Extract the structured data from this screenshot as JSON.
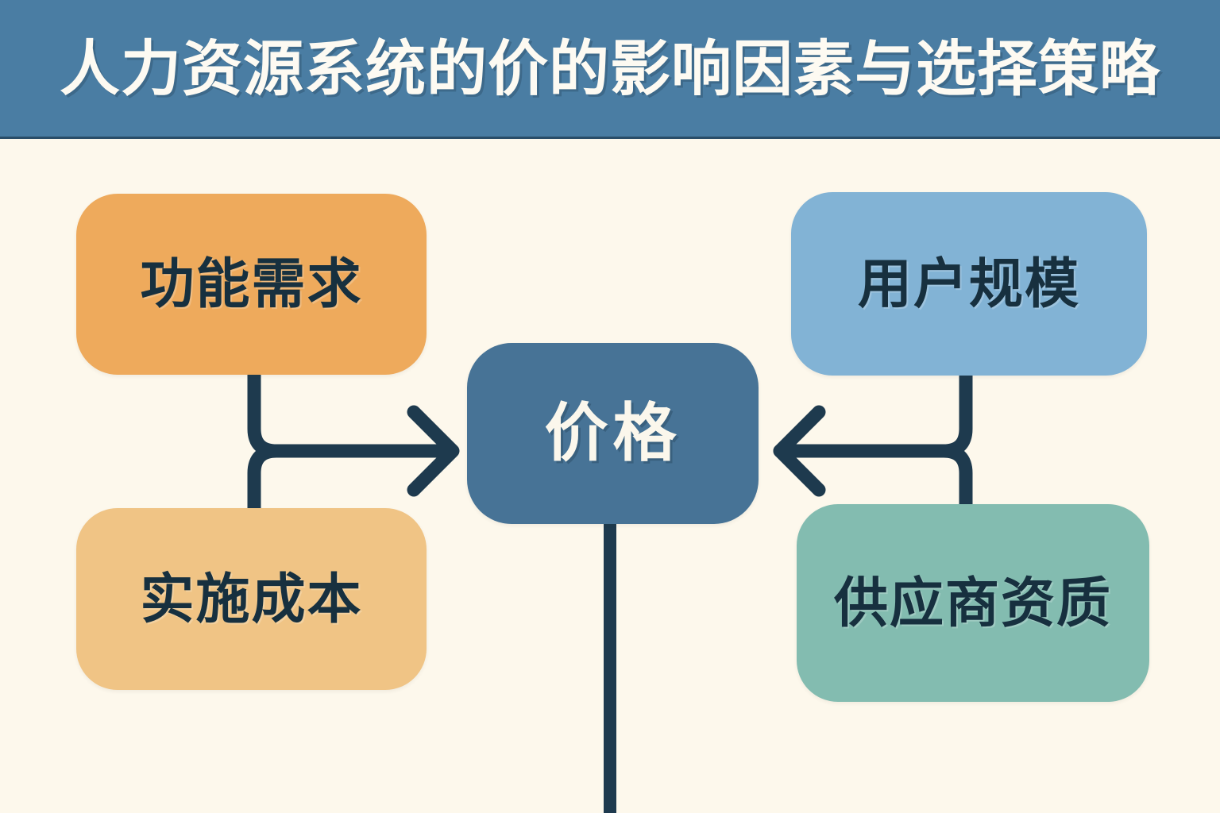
{
  "header": {
    "title": "人力资源系统的价的影响因素与选择策略",
    "band_color": "#4a7da3",
    "title_color": "#fdfaf2"
  },
  "canvas": {
    "background_color": "#fdf8ec",
    "connector_color": "#1e3a4e"
  },
  "diagram": {
    "type": "influence-diagram",
    "center": {
      "id": "price",
      "label": "价格",
      "color": "#477396",
      "text_color": "#fbf7ec"
    },
    "factors": [
      {
        "id": "function-requirements",
        "label": "功能需求",
        "color": "#eeaa5c",
        "side": "left",
        "position": "top"
      },
      {
        "id": "implementation-cost",
        "label": "实施成本",
        "color": "#f0c485",
        "side": "left",
        "position": "bottom"
      },
      {
        "id": "user-scale",
        "label": "用户规模",
        "color": "#82b3d5",
        "side": "right",
        "position": "top"
      },
      {
        "id": "vendor-qualification",
        "label": "供应商资质",
        "color": "#83bcb0",
        "side": "right",
        "position": "bottom"
      }
    ],
    "connectors": [
      {
        "id": "left-merge-arrow",
        "from": [
          "function-requirements",
          "implementation-cost"
        ],
        "to": "price",
        "direction": "right"
      },
      {
        "id": "right-merge-arrow",
        "from": [
          "user-scale",
          "vendor-qualification"
        ],
        "to": "price",
        "direction": "left"
      },
      {
        "id": "price-downstream-stem",
        "from": "price",
        "to": "",
        "direction": "down"
      }
    ]
  }
}
